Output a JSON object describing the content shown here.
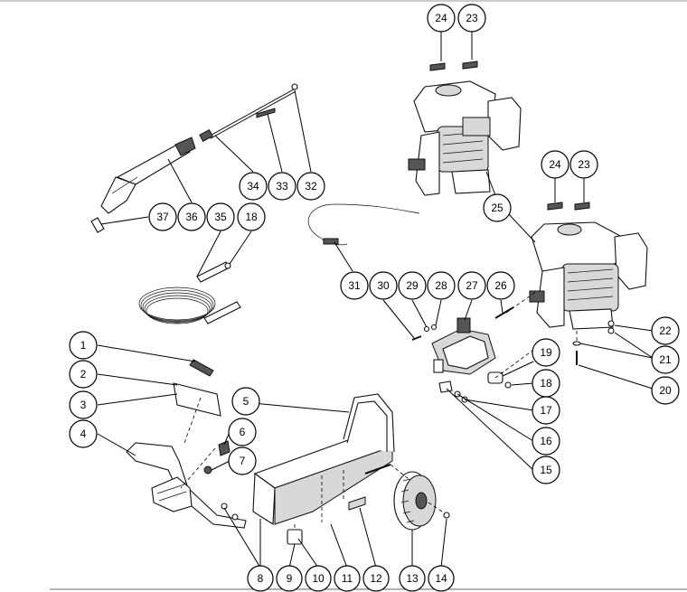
{
  "diagram": {
    "callouts": [
      {
        "id": "c1",
        "label": "1"
      },
      {
        "id": "c2",
        "label": "2"
      },
      {
        "id": "c3",
        "label": "3"
      },
      {
        "id": "c4",
        "label": "4"
      },
      {
        "id": "c5",
        "label": "5"
      },
      {
        "id": "c6",
        "label": "6"
      },
      {
        "id": "c7",
        "label": "7"
      },
      {
        "id": "c8",
        "label": "8"
      },
      {
        "id": "c9",
        "label": "9"
      },
      {
        "id": "c10",
        "label": "10"
      },
      {
        "id": "c11",
        "label": "11"
      },
      {
        "id": "c12",
        "label": "12"
      },
      {
        "id": "c13",
        "label": "13"
      },
      {
        "id": "c14",
        "label": "14"
      },
      {
        "id": "c15",
        "label": "15"
      },
      {
        "id": "c16",
        "label": "16"
      },
      {
        "id": "c17",
        "label": "17"
      },
      {
        "id": "c18a",
        "label": "18"
      },
      {
        "id": "c18b",
        "label": "18"
      },
      {
        "id": "c19",
        "label": "19"
      },
      {
        "id": "c20",
        "label": "20"
      },
      {
        "id": "c21",
        "label": "21"
      },
      {
        "id": "c22",
        "label": "22"
      },
      {
        "id": "c23a",
        "label": "23"
      },
      {
        "id": "c23b",
        "label": "23"
      },
      {
        "id": "c24a",
        "label": "24"
      },
      {
        "id": "c24b",
        "label": "24"
      },
      {
        "id": "c25",
        "label": "25"
      },
      {
        "id": "c26",
        "label": "26"
      },
      {
        "id": "c27",
        "label": "27"
      },
      {
        "id": "c28",
        "label": "28"
      },
      {
        "id": "c29",
        "label": "29"
      },
      {
        "id": "c30",
        "label": "30"
      },
      {
        "id": "c31",
        "label": "31"
      },
      {
        "id": "c32",
        "label": "32"
      },
      {
        "id": "c33",
        "label": "33"
      },
      {
        "id": "c34",
        "label": "34"
      },
      {
        "id": "c35",
        "label": "35"
      },
      {
        "id": "c36",
        "label": "36"
      },
      {
        "id": "c37",
        "label": "37"
      }
    ]
  }
}
